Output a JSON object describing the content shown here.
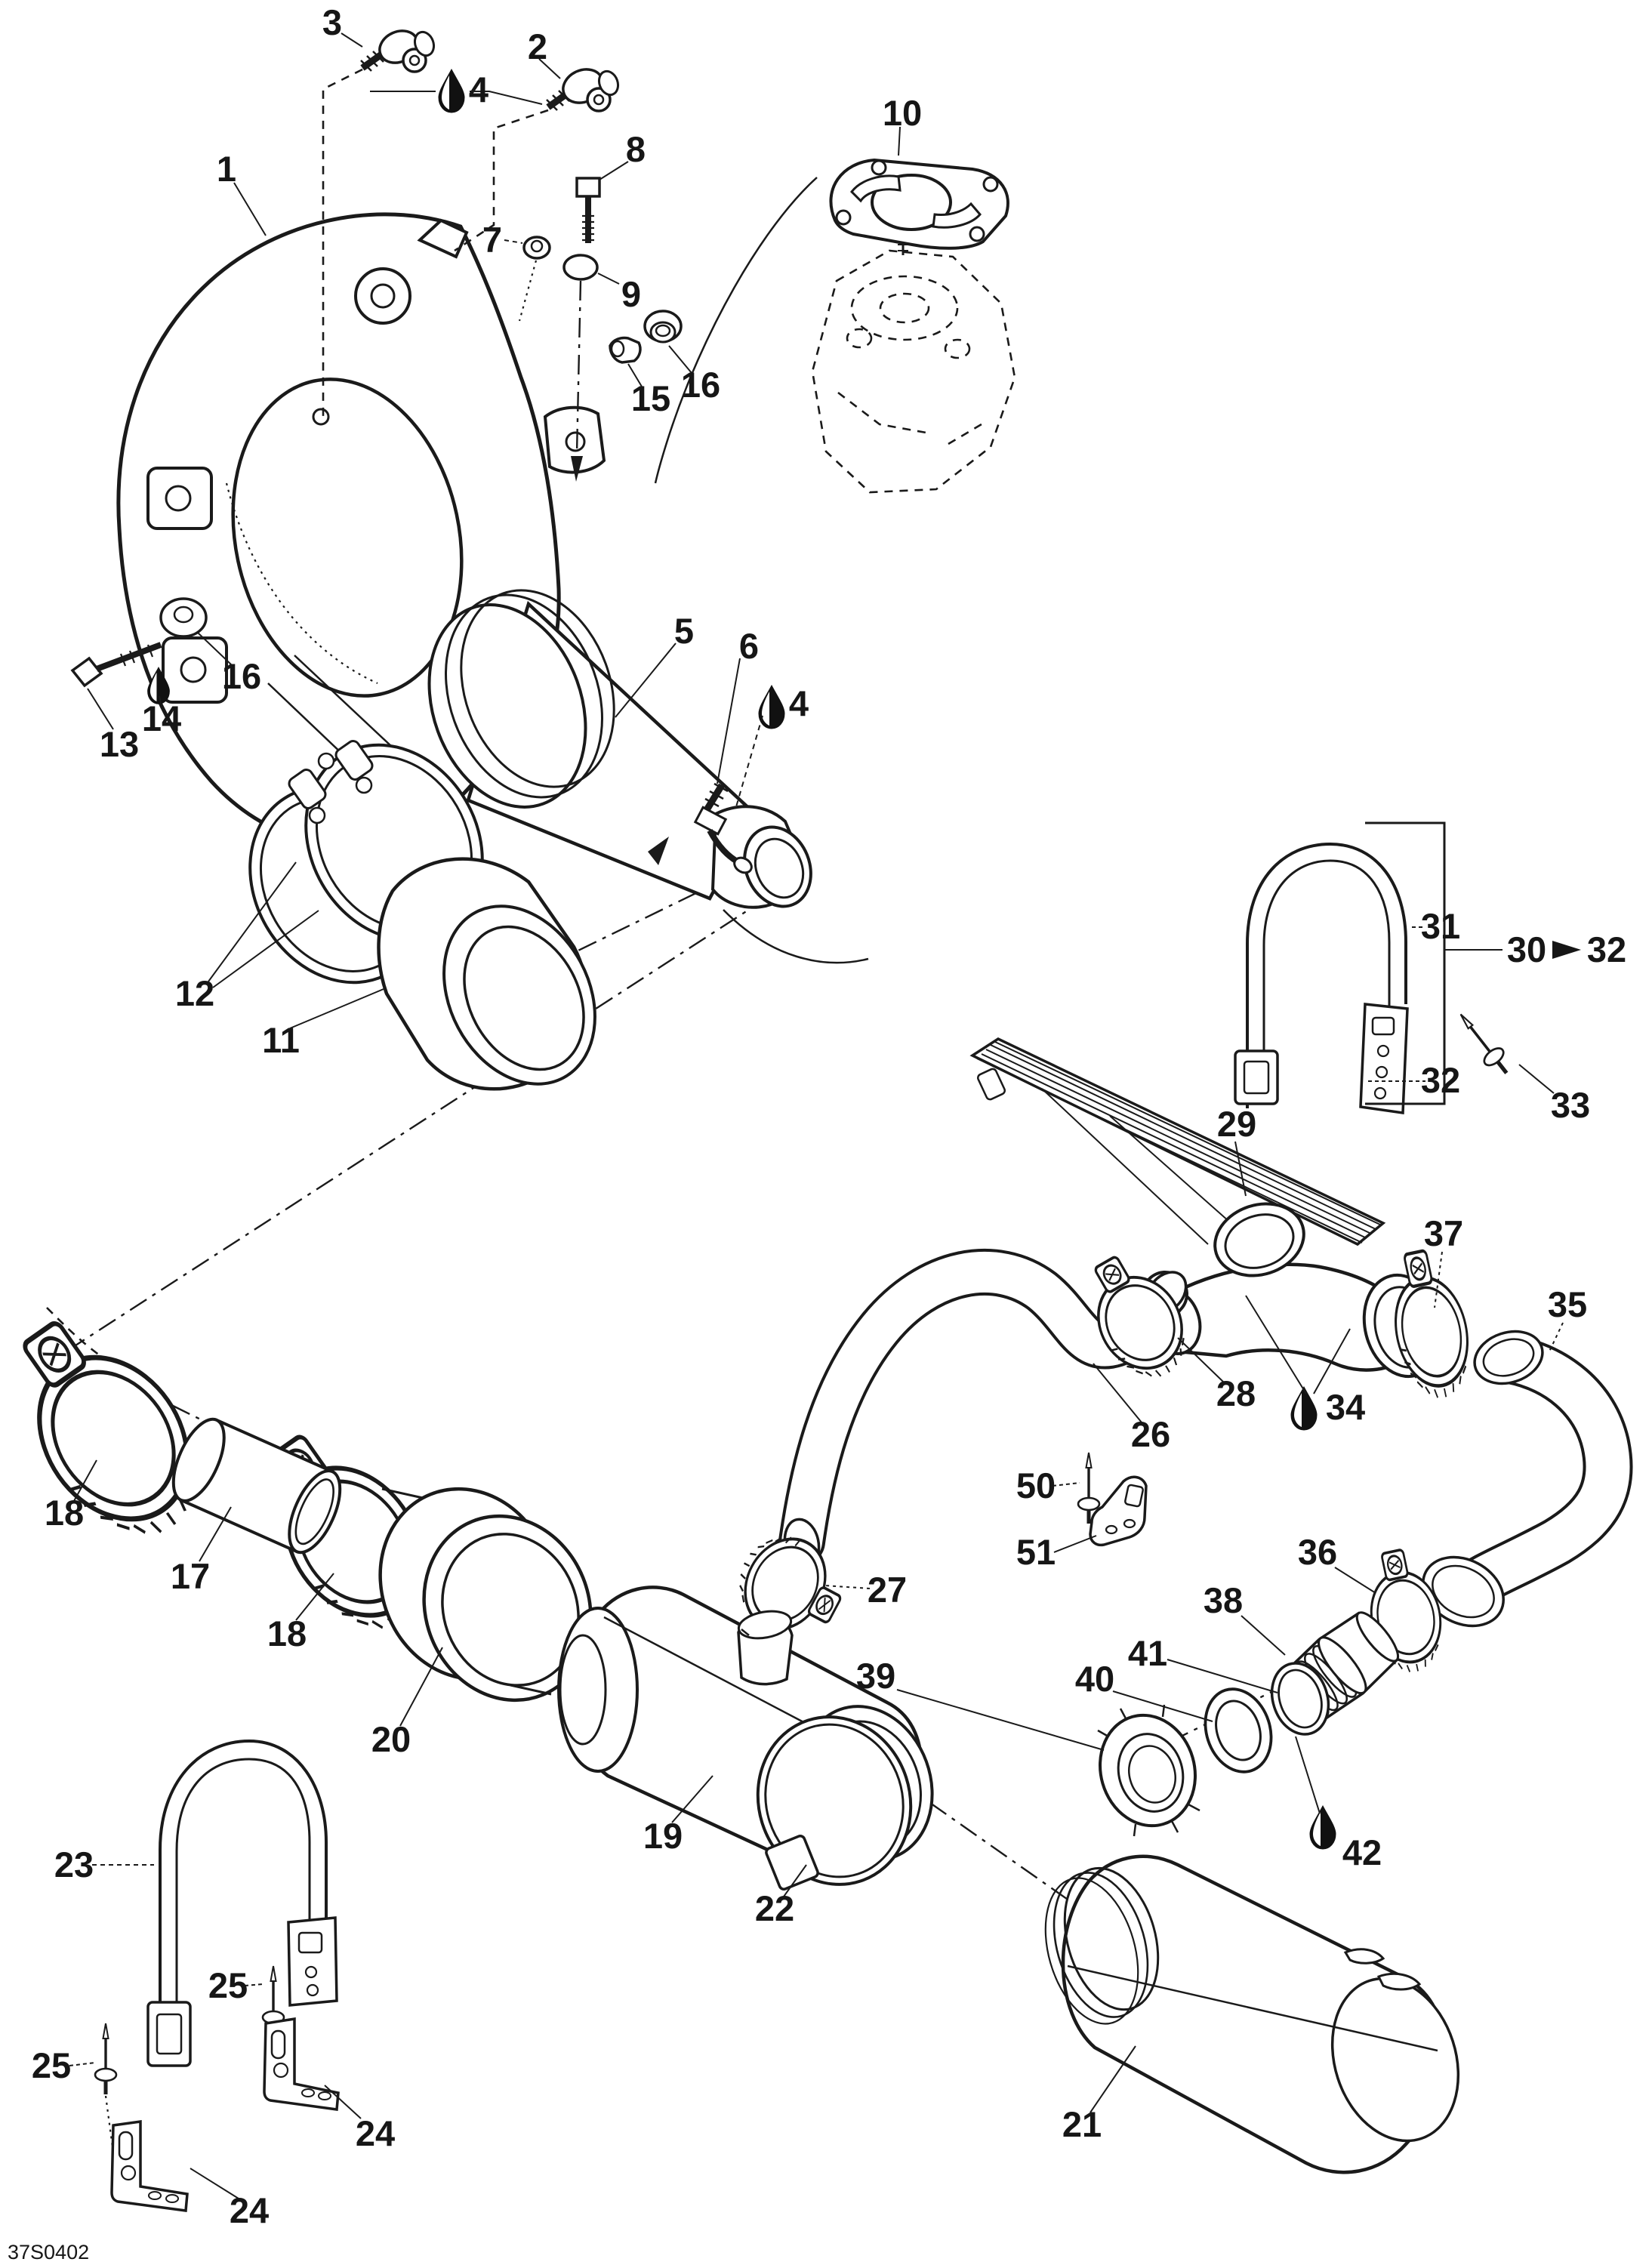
{
  "meta": {
    "drawing_code": "37S0402",
    "diagram_type": "exploded-parts-diagram",
    "subject": "Exhaust system / muffler assembly line drawing",
    "background_color": "#ffffff",
    "line_color": "#1a1a1a"
  },
  "callouts": {
    "c1": "1",
    "c2": "2",
    "c3": "3",
    "c4": "4",
    "c5": "5",
    "c6": "6",
    "c7": "7",
    "c8": "8",
    "c9": "9",
    "c10": "10",
    "c11": "11",
    "c12": "12",
    "c13": "13",
    "c14": "14",
    "c15": "15",
    "c16": "16",
    "c17": "17",
    "c18": "18",
    "c19": "19",
    "c20": "20",
    "c21": "21",
    "c22": "22",
    "c23": "23",
    "c24": "24",
    "c25": "25",
    "c26": "26",
    "c27": "27",
    "c28": "28",
    "c29": "29",
    "c31": "31",
    "c32": "32",
    "c33": "33",
    "c34": "34",
    "c35": "35",
    "c36": "36",
    "c37": "37",
    "c38": "38",
    "c39": "39",
    "c40": "40",
    "c41": "41",
    "c42": "42",
    "c50": "50",
    "c51": "51",
    "range_from": "30",
    "range_to": "32"
  },
  "symbols": {
    "lubricant_droplet_occurrences": [
      "4-top",
      "4-middle",
      "14",
      "34",
      "42"
    ],
    "arrow_between_30_and_32": "right-arrow"
  },
  "footer": {
    "code_text": "37S0402"
  }
}
